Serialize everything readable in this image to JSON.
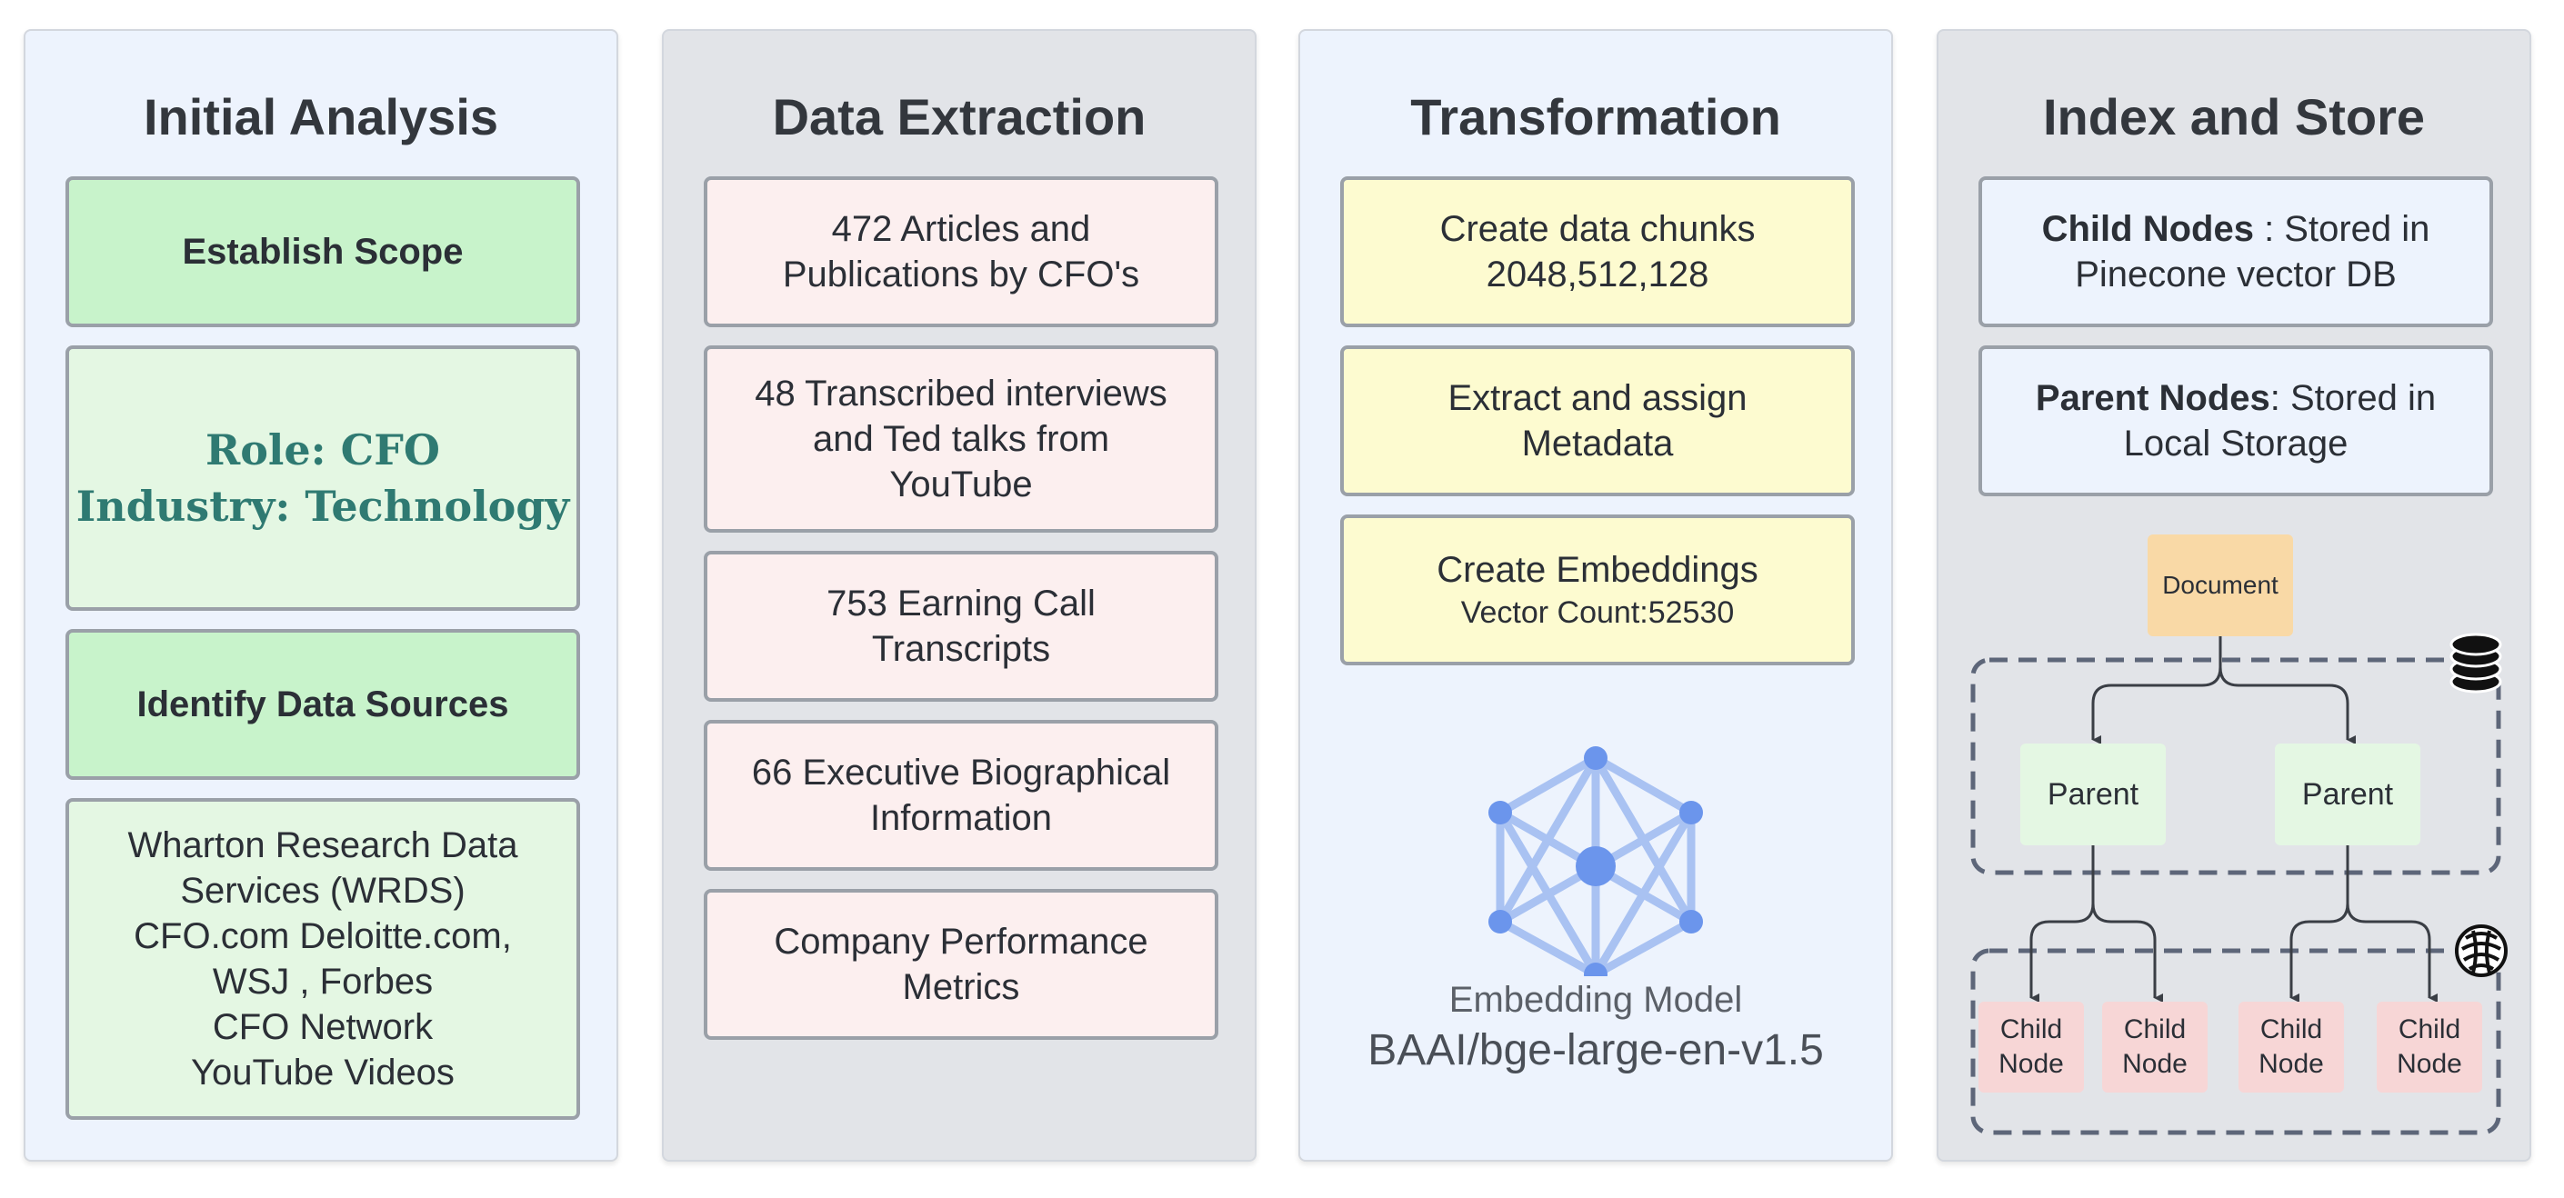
{
  "panels": {
    "initial": {
      "title": "Initial Analysis",
      "establish_scope": "Establish Scope",
      "role_line": "Role: CFO",
      "industry_line": "Industry: Technology",
      "identify_sources": "Identify Data Sources",
      "sources_lines": [
        "Wharton Research Data",
        "Services (WRDS)",
        "CFO.com Deloitte.com,",
        "WSJ , Forbes",
        "CFO Network",
        "YouTube Videos"
      ]
    },
    "extraction": {
      "title": "Data Extraction",
      "articles": [
        "472 Articles and",
        "Publications by CFO's"
      ],
      "interviews": [
        "48 Transcribed interviews",
        "and Ted talks from",
        "YouTube"
      ],
      "earnings": [
        "753 Earning Call",
        "Transcripts"
      ],
      "bios": [
        "66 Executive Biographical",
        "Information"
      ],
      "metrics": [
        "Company Performance",
        "Metrics"
      ]
    },
    "transformation": {
      "title": "Transformation",
      "chunks": [
        "Create data chunks",
        "2048,512,128"
      ],
      "metadata": [
        "Extract and assign",
        "Metadata"
      ],
      "embeddings": "Create Embeddings",
      "vector_count": "Vector Count:52530",
      "model_label": "Embedding Model",
      "model_name": "BAAI/bge-large-en-v1.5"
    },
    "index": {
      "title": "Index and Store",
      "child_nodes_bold": "Child Nodes",
      "child_nodes_rest": " : Stored in",
      "child_nodes_line2": "Pinecone vector DB",
      "parent_nodes_bold": "Parent Nodes",
      "parent_nodes_rest": ": Stored in",
      "parent_nodes_line2": "Local Storage",
      "document": "Document",
      "parent": "Parent",
      "child_l1": "Child",
      "child_l2": "Node"
    }
  },
  "colors": {
    "panel_light": "#edf3fd",
    "panel_gray": "#e2e4e8",
    "green": "#c8f3cb",
    "light_green": "#e4f7e3",
    "pink": "#fcefef",
    "yellow": "#fdfbd0",
    "document_orange": "#f9d9a6",
    "child_pink": "#f7d6d6",
    "parent_green": "#e4f7e3",
    "network_blue": "#6b95ec"
  },
  "icons": [
    "database-icon",
    "pinecone-icon",
    "network-icon"
  ]
}
